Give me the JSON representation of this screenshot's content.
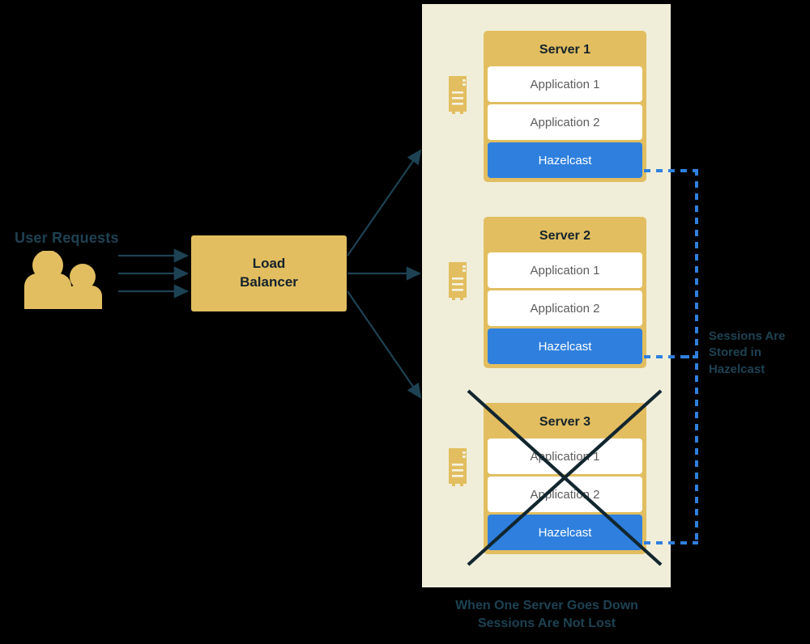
{
  "diagram": {
    "title_left": "User Requests",
    "load_balancer": {
      "line1": "Load",
      "line2": "Balancer"
    },
    "servers": [
      {
        "id": "server-1",
        "title": "Server 1",
        "rows": [
          {
            "label": "Application 1",
            "kind": "app"
          },
          {
            "label": "Application 2",
            "kind": "app"
          },
          {
            "label": "Hazelcast",
            "kind": "hazelcast"
          }
        ],
        "down": false
      },
      {
        "id": "server-2",
        "title": "Server 2",
        "rows": [
          {
            "label": "Application 1",
            "kind": "app"
          },
          {
            "label": "Application 2",
            "kind": "app"
          },
          {
            "label": "Hazelcast",
            "kind": "hazelcast"
          }
        ],
        "down": false
      },
      {
        "id": "server-3",
        "title": "Server 3",
        "rows": [
          {
            "label": "Application 1",
            "kind": "app"
          },
          {
            "label": "Application 2",
            "kind": "app"
          },
          {
            "label": "Hazelcast",
            "kind": "hazelcast"
          }
        ],
        "down": true
      }
    ],
    "sessions_note": "Sessions Are Stored in Hazelcast",
    "bottom_caption_line1": "When One Server Goes Down",
    "bottom_caption_line2": "Sessions Are Not Lost",
    "icons": {
      "users": "users-icon",
      "rack": "server-rack-icon"
    },
    "colors": {
      "background": "#000000",
      "panel": "#f0eed9",
      "gold": "#e2be60",
      "hazelcast_blue": "#2f80de",
      "arrow_teal": "#1d4253",
      "text_dark": "#14222b",
      "app_text": "#5c5c5c",
      "x_stroke": "#12262f"
    }
  }
}
